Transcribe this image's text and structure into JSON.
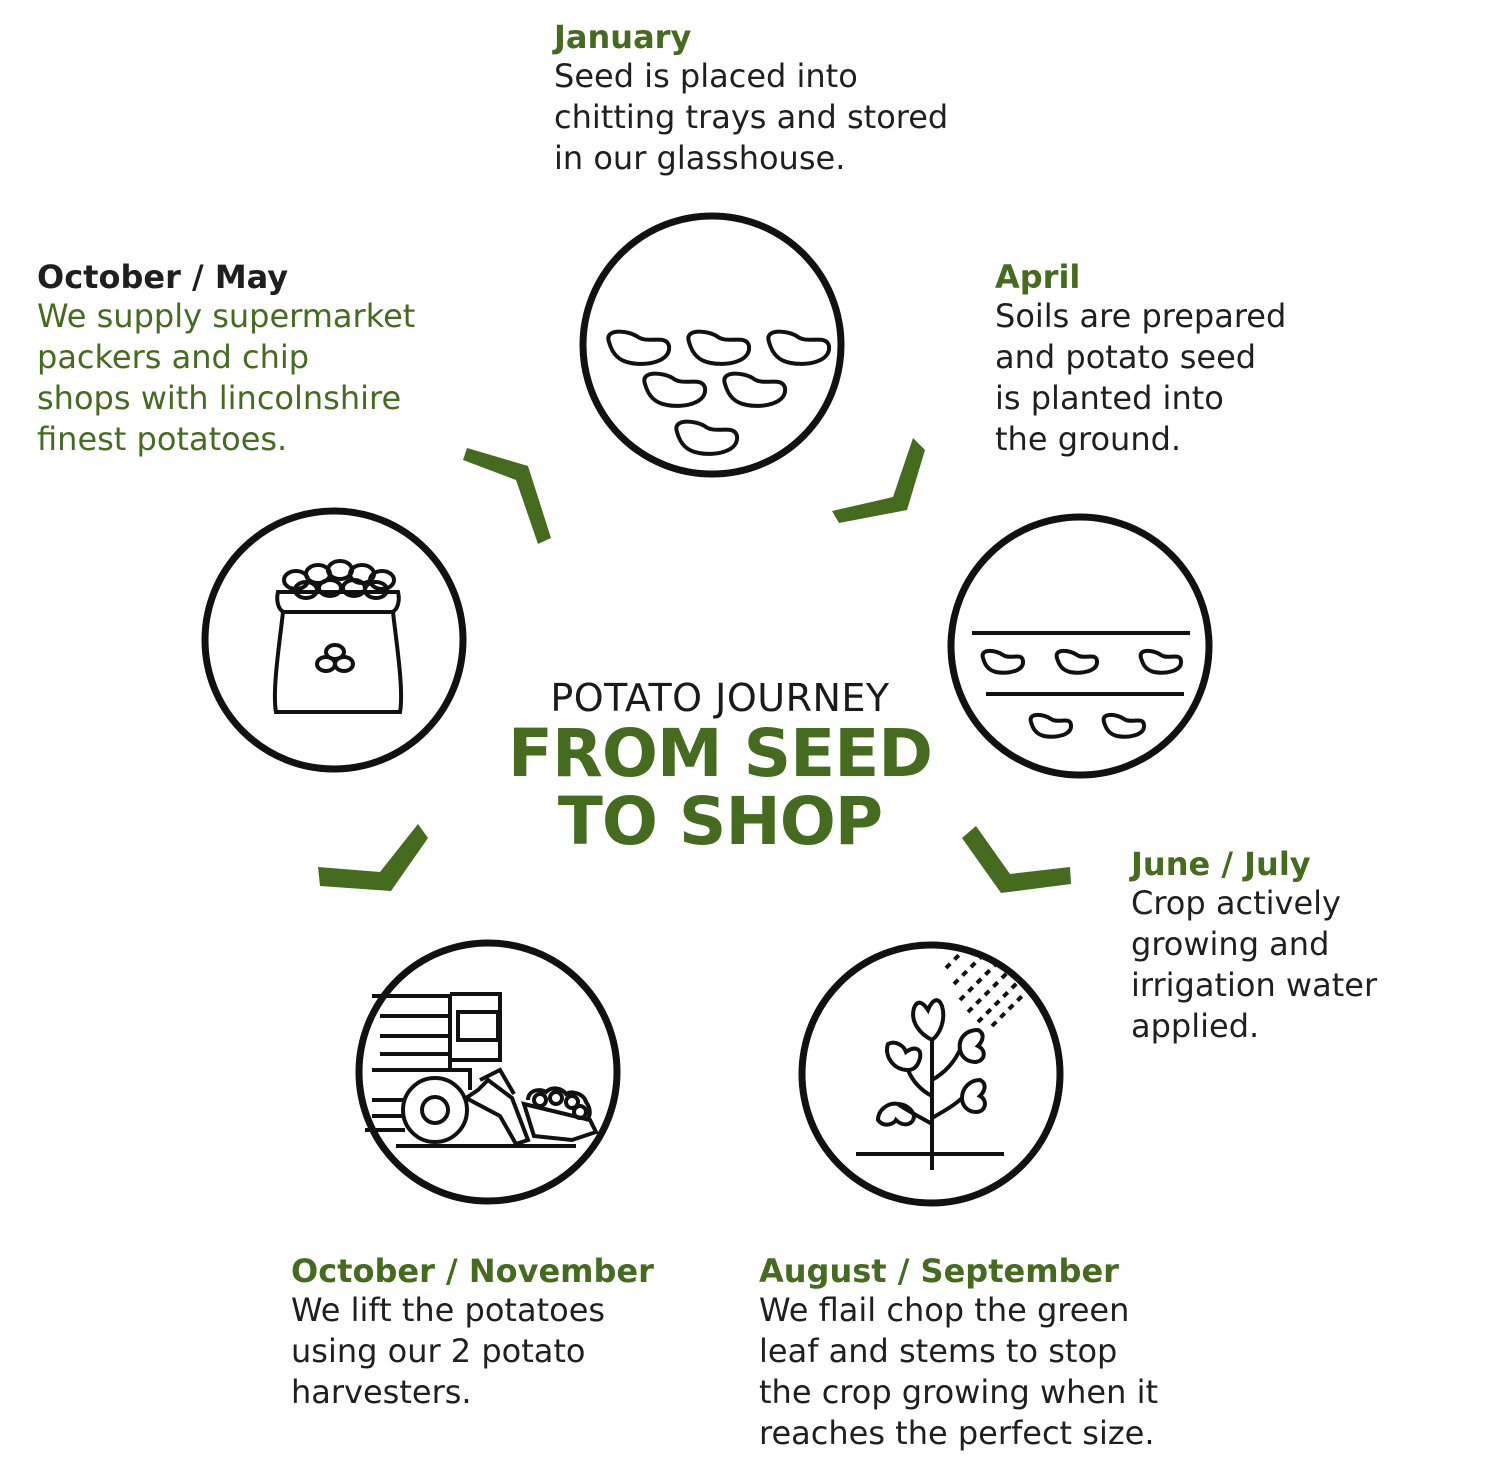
{
  "center": {
    "subtitle": "POTATO JOURNEY",
    "title": "FROM SEED\nTO SHOP"
  },
  "colors": {
    "green": "#456b1f",
    "dark": "#1f1f1f",
    "outline": "#111111"
  },
  "stages": {
    "january": {
      "month": "January",
      "text": "Seed is placed into\nchitting trays and stored\nin our glasshouse.",
      "icon": "seed-tray-icon"
    },
    "april": {
      "month": "April",
      "text": "Soils are prepared\nand potato seed\nis planted into\nthe ground.",
      "icon": "planted-rows-icon"
    },
    "junejuly": {
      "month": "June / July",
      "text": "Crop actively\ngrowing and\nirrigation water\napplied.",
      "icon": "irrigated-plant-icon"
    },
    "augsep": {
      "month": "August / September",
      "text": "We flail chop the green\nleaf and stems to stop\nthe crop growing when it\nreaches the perfect size.",
      "icon": "flail-plant-icon"
    },
    "octnov": {
      "month": "October / November",
      "text": "We lift the potatoes\nusing our 2 potato\nharvesters.",
      "icon": "harvester-icon"
    },
    "octmay": {
      "month": "October / May",
      "text": "We supply supermarket\npackers and chip\nshops with lincolnshire\nfinest potatoes.",
      "icon": "potato-sack-icon"
    }
  }
}
